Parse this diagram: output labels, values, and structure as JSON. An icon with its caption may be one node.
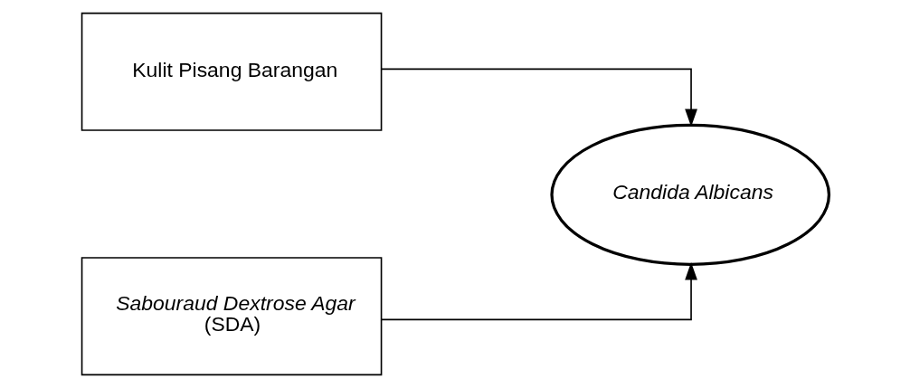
{
  "diagram": {
    "nodes": [
      {
        "text": [
          "Kulit Pisang Barangan"
        ]
      },
      {
        "text": [
          "*Sabouraud Dextrose Agar* (SDA)"
        ]
      },
      {
        "text": [
          "Candida Albicans"
        ]
      }
    ],
    "edges": [
      {
        "from": 0,
        "to": 2,
        "arrow": "to"
      },
      {
        "from": 1,
        "to": 2,
        "arrow": "to"
      }
    ]
  }
}
